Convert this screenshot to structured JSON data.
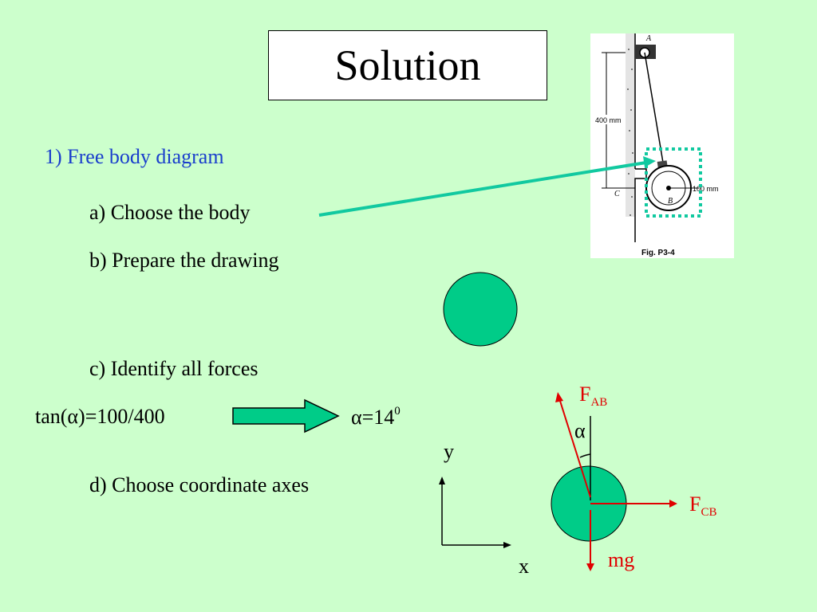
{
  "slide": {
    "title": "Solution",
    "steps": {
      "s1": "1) Free body diagram",
      "a": "a) Choose the body",
      "b": "b) Prepare the drawing",
      "c": "c) Identify all forces",
      "d": "d) Choose coordinate axes"
    },
    "equation": {
      "lhs": "tan(α)=100/400",
      "rhs_base": "α=14",
      "rhs_sup": "0"
    },
    "axes": {
      "y": "y",
      "x": "x"
    },
    "forces": {
      "fab_main": "F",
      "fab_sub": "AB",
      "alpha": "α",
      "fcb_main": "F",
      "fcb_sub": "CB",
      "mg": "mg"
    },
    "figure": {
      "label_a": "A",
      "label_b": "B",
      "label_c": "C",
      "dim_400": "400 mm",
      "dim_100": "100 mm",
      "caption": "Fig. P3-4"
    },
    "colors": {
      "background": "#ccffcc",
      "body_fill": "#00cc88",
      "force_red": "#e00000",
      "highlight": "#11c9a0",
      "step_blue": "#1a3fcc"
    }
  }
}
